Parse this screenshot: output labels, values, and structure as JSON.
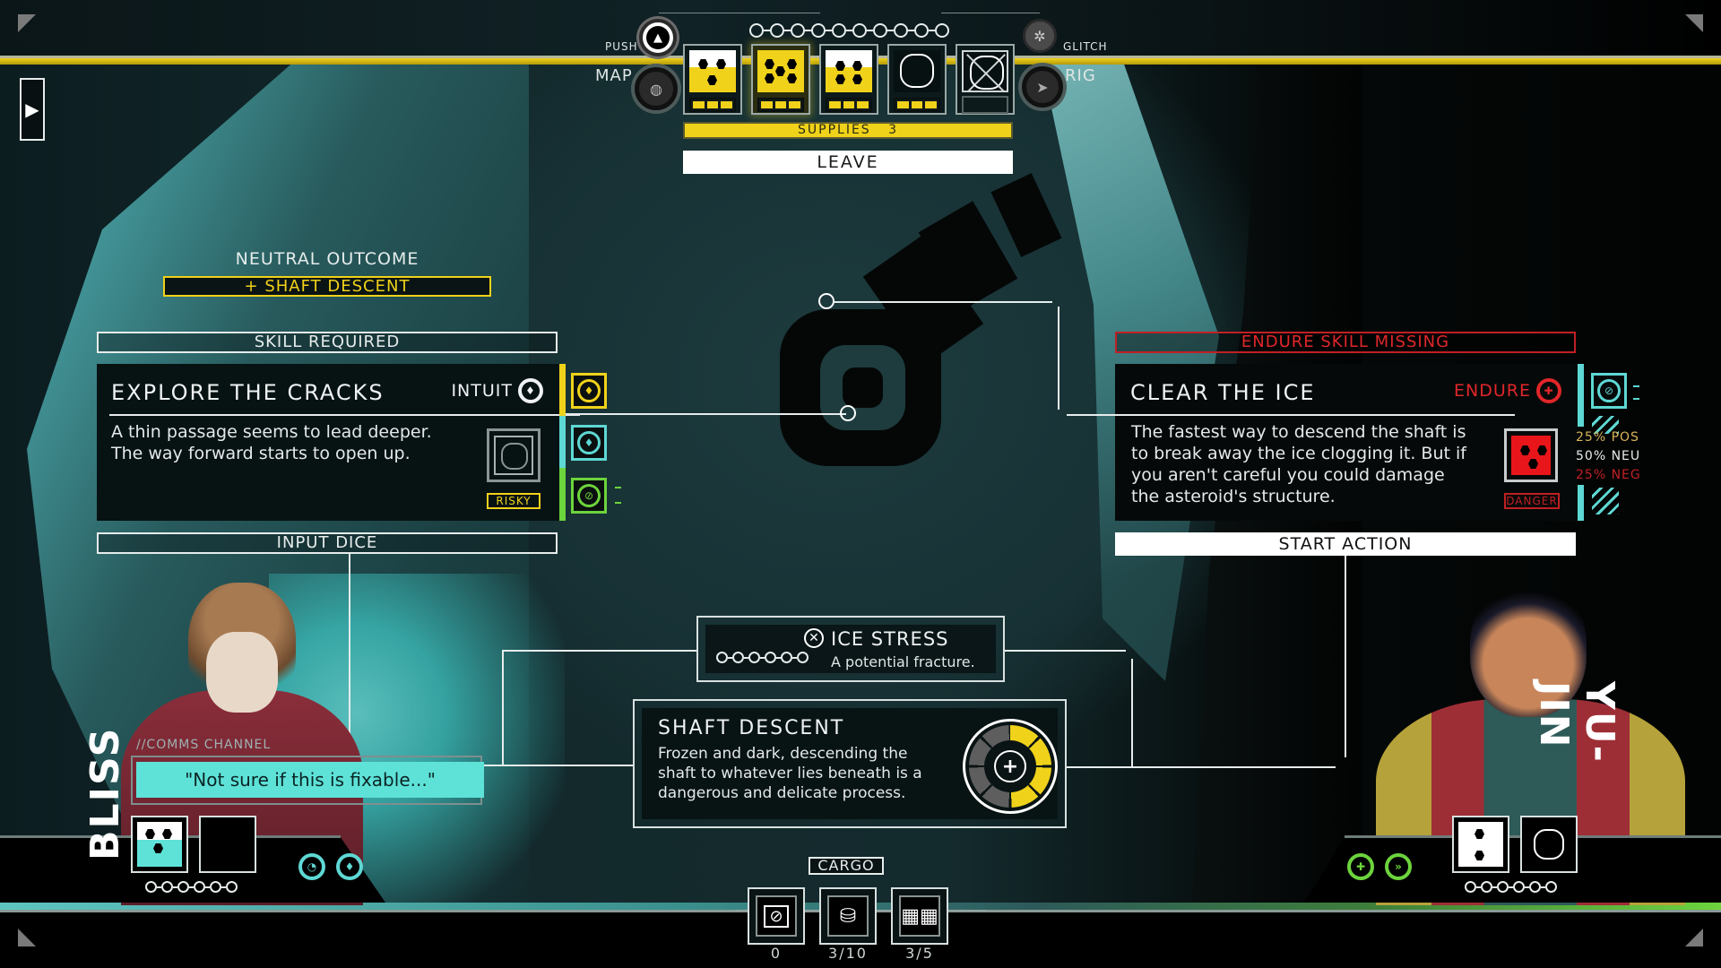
{
  "top_hud": {
    "push_label": "PUSH",
    "map_label": "MAP",
    "glitch_label": "GLITCH",
    "rig_label": "RIG",
    "stress_track_count": 10,
    "dice": [
      {
        "pips": 3,
        "style": "half-white-yellow",
        "bars": 3
      },
      {
        "pips": 5,
        "style": "yellow",
        "bars": 3,
        "highlighted": true
      },
      {
        "pips": 4,
        "style": "half-white-yellow",
        "bars": 3
      },
      {
        "pips": 0,
        "style": "empty-flower",
        "bars": 3
      },
      {
        "pips": 0,
        "style": "crossed-out",
        "bars": 0
      }
    ],
    "supplies_label": "SUPPLIES",
    "supplies_value": "3",
    "leave_label": "LEAVE"
  },
  "neutral_outcome": {
    "title": "NEUTRAL OUTCOME",
    "effect": "+ SHAFT DESCENT"
  },
  "action_left": {
    "header": "SKILL REQUIRED",
    "title": "EXPLORE THE CRACKS",
    "skill": "INTUIT",
    "description_line1": "A thin passage seems to lead deeper.",
    "description_line2": "The way forward starts to open up.",
    "risk_tag": "RISKY",
    "input_label": "INPUT DICE",
    "slot_colors": [
      "#f0d21a",
      "#5ed8d4",
      "#6cd43c"
    ]
  },
  "action_right": {
    "header": "ENDURE SKILL MISSING",
    "title": "CLEAR THE ICE",
    "skill": "ENDURE",
    "description_line1": "The fastest way to descend the shaft is",
    "description_line2": "to break away the ice clogging it. But if",
    "description_line3": "you aren't careful you could damage",
    "description_line4": "the asteroid's structure.",
    "risk_tag": "DANGER",
    "start_label": "START ACTION",
    "odds": {
      "pos": "25% POS",
      "neu": "50% NEU",
      "neg": "25% NEG"
    }
  },
  "clocks": {
    "ice_stress": {
      "title": "ICE STRESS",
      "subtitle": "A potential fracture.",
      "segments": 6
    },
    "shaft_descent": {
      "title": "SHAFT DESCENT",
      "description_line1": "Frozen and dark, descending the",
      "description_line2": "shaft to whatever lies beneath is a",
      "description_line3": "dangerous and delicate process.",
      "segments_total": 8,
      "segments_filled": 4
    }
  },
  "crew": {
    "left": {
      "name": "BLISS",
      "comms_label": "//COMMS CHANNEL",
      "quote": "\"Not sure if this is fixable...\"",
      "stress_nodes": 6,
      "accent": "#5ee2d8"
    },
    "right": {
      "name": "YU-JIN",
      "stress_nodes": 6,
      "accent": "#6cd43c"
    }
  },
  "cargo": {
    "title": "CARGO",
    "slots": [
      {
        "icon": "card-icon",
        "count": "0"
      },
      {
        "icon": "data-stack-icon",
        "count": "3/10"
      },
      {
        "icon": "crates-icon",
        "count": "3/5"
      }
    ]
  },
  "colors": {
    "yellow": "#f0d21a",
    "cyan": "#5ed8d4",
    "green": "#6cd43c",
    "red": "#e0262a",
    "panel": "#071213"
  }
}
